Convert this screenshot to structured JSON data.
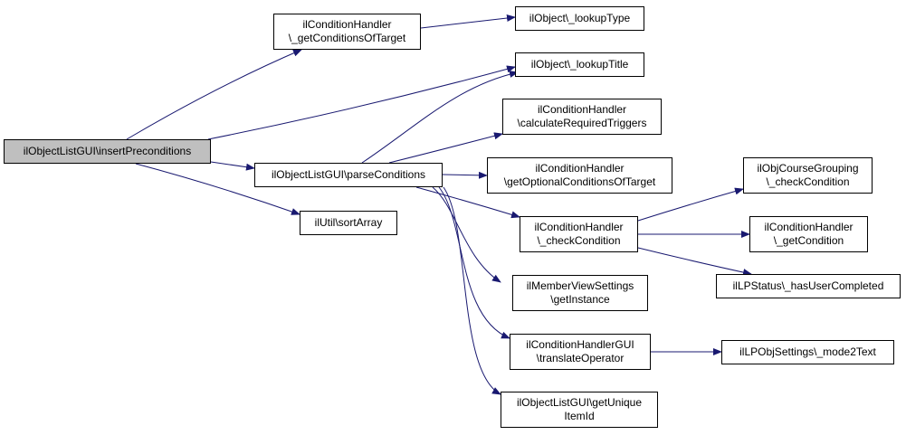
{
  "colors": {
    "edge": "#191970",
    "root_fill": "#bfbfbf",
    "node_fill": "#ffffff",
    "border": "#000000"
  },
  "nodes": {
    "insert_preconditions": [
      "ilObjectListGUI\\insertPreconditions"
    ],
    "get_conditions_of_target": [
      "ilConditionHandler",
      "\\_getConditionsOfTarget"
    ],
    "lookup_type": [
      "ilObject\\_lookupType"
    ],
    "lookup_title": [
      "ilObject\\_lookupTitle"
    ],
    "calculate_required_triggers": [
      "ilConditionHandler",
      "\\calculateRequiredTriggers"
    ],
    "parse_conditions": [
      "ilObjectListGUI\\parseConditions"
    ],
    "get_optional_conditions": [
      "ilConditionHandler",
      "\\getOptionalConditionsOfTarget"
    ],
    "course_grouping_check": [
      "ilObjCourseGrouping",
      "\\_checkCondition"
    ],
    "sort_array": [
      "ilUtil\\sortArray"
    ],
    "check_condition": [
      "ilConditionHandler",
      "\\_checkCondition"
    ],
    "get_condition": [
      "ilConditionHandler",
      "\\_getCondition"
    ],
    "has_user_completed": [
      "ilLPStatus\\_hasUserCompleted"
    ],
    "member_view_settings": [
      "ilMemberViewSettings",
      "\\getInstance"
    ],
    "translate_operator": [
      "ilConditionHandlerGUI",
      "\\translateOperator"
    ],
    "mode2text": [
      "ilLPObjSettings\\_mode2Text"
    ],
    "get_unique_item_id": [
      "ilObjectListGUI\\getUnique",
      "ItemId"
    ]
  },
  "edges": [
    [
      "insert_preconditions",
      "get_conditions_of_target"
    ],
    [
      "insert_preconditions",
      "lookup_title"
    ],
    [
      "insert_preconditions",
      "parse_conditions"
    ],
    [
      "insert_preconditions",
      "sort_array"
    ],
    [
      "get_conditions_of_target",
      "lookup_type"
    ],
    [
      "parse_conditions",
      "lookup_title"
    ],
    [
      "parse_conditions",
      "calculate_required_triggers"
    ],
    [
      "parse_conditions",
      "get_optional_conditions"
    ],
    [
      "parse_conditions",
      "check_condition"
    ],
    [
      "parse_conditions",
      "member_view_settings"
    ],
    [
      "parse_conditions",
      "translate_operator"
    ],
    [
      "parse_conditions",
      "get_unique_item_id"
    ],
    [
      "check_condition",
      "course_grouping_check"
    ],
    [
      "check_condition",
      "get_condition"
    ],
    [
      "check_condition",
      "has_user_completed"
    ],
    [
      "translate_operator",
      "mode2text"
    ]
  ]
}
